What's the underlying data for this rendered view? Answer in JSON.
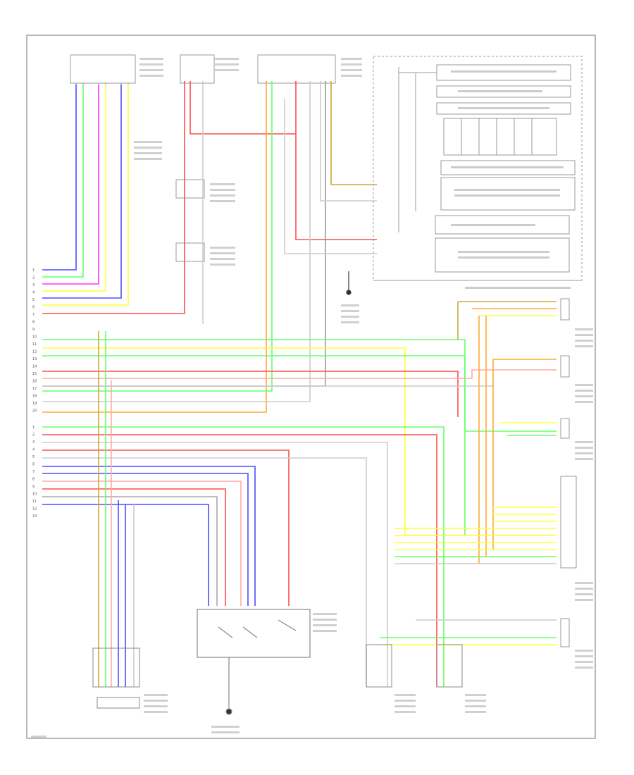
{
  "diagram": {
    "frame_label": "",
    "left_pins": [
      "1",
      "2",
      "3",
      "4",
      "5",
      "6",
      "7",
      "8",
      "9",
      "10",
      "11",
      "12",
      "13",
      "14",
      "15",
      "16",
      "17",
      "18",
      "19",
      "20"
    ],
    "left_pins_b": [
      "1",
      "2",
      "3",
      "4",
      "5",
      "6",
      "7",
      "8",
      "9",
      "10",
      "11",
      "12",
      "13"
    ],
    "wire_colors": {
      "red": "#ff4d4d",
      "green": "#66ff66",
      "blue": "#4d4dff",
      "yellow": "#ffff33",
      "magenta": "#ff33ff",
      "orange": "#ffaa33",
      "pink": "#ffaaaa",
      "gray": "#bbbbbb",
      "black": "#333333"
    }
  }
}
